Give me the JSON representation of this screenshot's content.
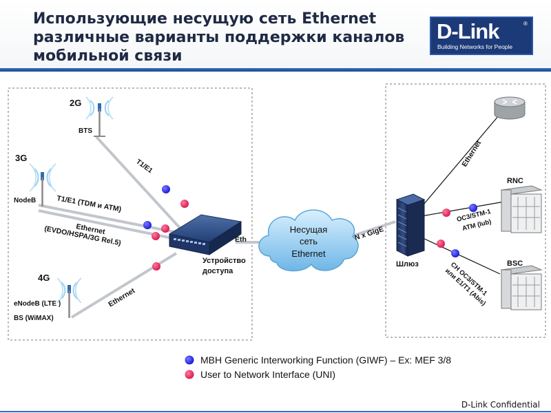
{
  "header": {
    "title_line1": "Использующие несущую сеть Ethernet",
    "title_line2": "различные варианты поддержки каналов",
    "title_line3": "мобильной связи",
    "logo_text": "D-Link",
    "logo_tagline": "Building Networks for People"
  },
  "left_section": {
    "gen_2g": "2G",
    "bts_label": "BTS",
    "gen_3g": "3G",
    "nodeb_label": "NodeB",
    "gen_4g": "4G",
    "enodeb_label": "eNodeB (LTE )",
    "bs_wimax_label": "BS (WiMAX)",
    "link_t1e1": "T1/E1",
    "link_t1e1_tdm": "T1/E1 (TDM и ATM)",
    "link_ethernet_evdo_line1": "Ethernet",
    "link_ethernet_evdo_line2": "(EVDO/HSPA/3G Rel.5)",
    "link_ethernet_4g": "Ethernet",
    "eth_port_label": "Eth",
    "access_device_line1": "Устройство",
    "access_device_line2": "доступа"
  },
  "cloud": {
    "line1": "Несущая",
    "line2": "сеть",
    "line3": "Ethernet"
  },
  "right_section": {
    "n_gige_label": "N x GigE",
    "gateway_label": "Шлюз",
    "ethernet_link_label": "Ethernet",
    "rnc_label": "RNC",
    "rnc_link_line1": "OC3/STM-1",
    "rnc_link_line2": "ATM (Iub)",
    "bsc_label": "BSC",
    "bsc_link_line1": "CH OC3/STM-1",
    "bsc_link_line2": "или E1/T1 (Abis)"
  },
  "legend": {
    "giwf": "MBH Generic Interworking Function (GIWF) – Ex: MEF 3/8",
    "uni": "User to Network Interface (UNI)"
  },
  "footer": {
    "confidential": "D-Link Confidential"
  },
  "colors": {
    "giwf_dot": "#1616d8",
    "uni_dot": "#d8164c",
    "title": "#1f2a44",
    "logo_bg": "#1c3a78",
    "header_bar": "#2f6dbd",
    "cloud": "#8ecbf0"
  }
}
